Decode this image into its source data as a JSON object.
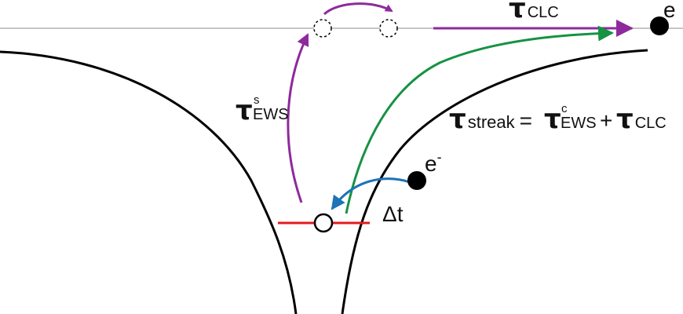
{
  "colors": {
    "well": "#000000",
    "baseline": "#b3b3b3",
    "level": "#e31a1c",
    "purple": "#8e2a9c",
    "green": "#169244",
    "blue": "#1f73b7"
  },
  "labels": {
    "tau_clc": {
      "symbol": "τ",
      "sub": "CLC"
    },
    "tau_ews_s": {
      "symbol": "τ",
      "sup": "s",
      "sub": "EWS"
    },
    "streak": {
      "symbol": "τ",
      "sub": "streak",
      "eq": "=",
      "term1": {
        "symbol": "τ",
        "sup": "c",
        "sub": "EWS"
      },
      "plus": "+",
      "term2": {
        "symbol": "τ",
        "sub": "CLC"
      }
    },
    "electron_top": "e",
    "electron_mid": "e",
    "electron_mid_sup": "-",
    "delta_t": "Δt"
  }
}
